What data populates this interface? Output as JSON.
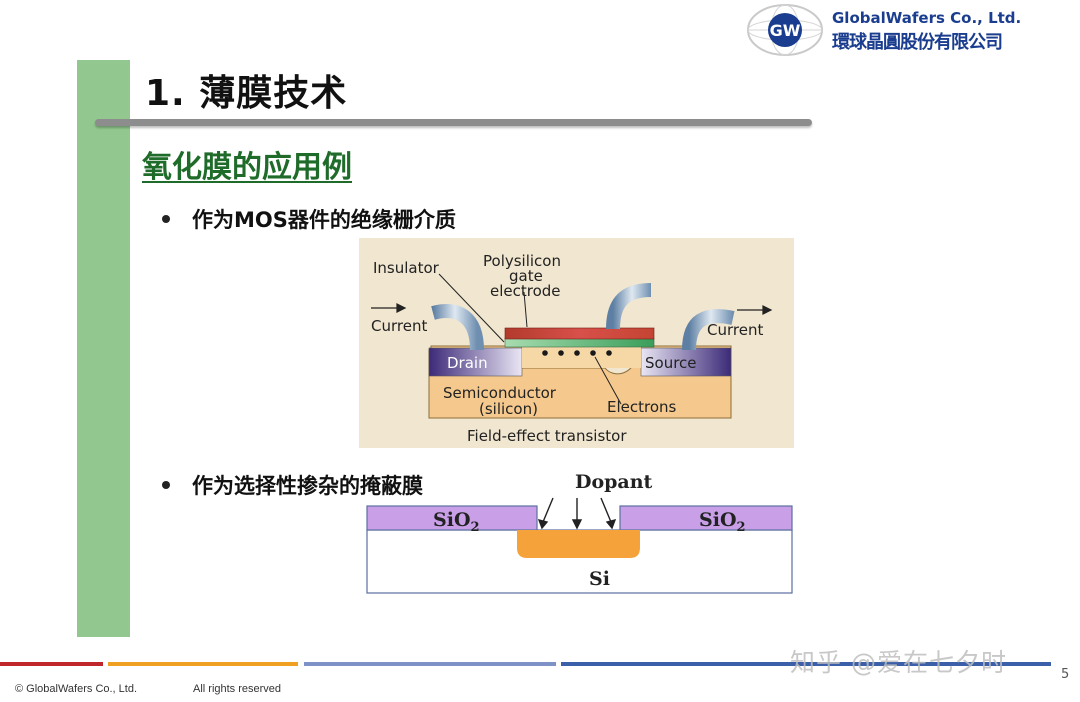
{
  "logo": {
    "mark": "GW",
    "company_en": "GlobalWafers Co., Ltd.",
    "company_zh": "環球晶圓股份有限公司"
  },
  "slide": {
    "title": "1. 薄膜技术",
    "section": "氧化膜的应用例",
    "bullets": [
      "作为MOS器件的绝缘栅介质",
      "作为选择性掺杂的掩蔽膜"
    ]
  },
  "fet_diagram": {
    "caption": "Field-effect transistor",
    "insulator": "Insulator",
    "gate_lines": [
      "Polysilicon",
      "gate",
      "electrode"
    ],
    "current_left": "Current",
    "current_right": "Current",
    "drain": "Drain",
    "source": "Source",
    "semiconductor_lines": [
      "Semiconductor",
      "(silicon)"
    ],
    "electrons": "Electrons"
  },
  "dopant_diagram": {
    "dopant": "Dopant",
    "oxide_left": "SiO",
    "oxide_right": "SiO",
    "subscript": "2",
    "substrate": "Si"
  },
  "footer": {
    "copyright": "© GlobalWafers Co., Ltd.",
    "rights": "All rights reserved",
    "page": "5",
    "watermark": "知乎 @爱在七夕时"
  },
  "colors": {
    "accent_green": "#92c88f",
    "heading_green": "#1f6b2a",
    "brand_blue": "#1a3d8f",
    "footer_red": "#c0272d",
    "footer_orange": "#f0a020",
    "footer_blue": "#3b5fa8",
    "oxide_purple": "#c9a0e8",
    "dopant_orange": "#f5a23a"
  }
}
